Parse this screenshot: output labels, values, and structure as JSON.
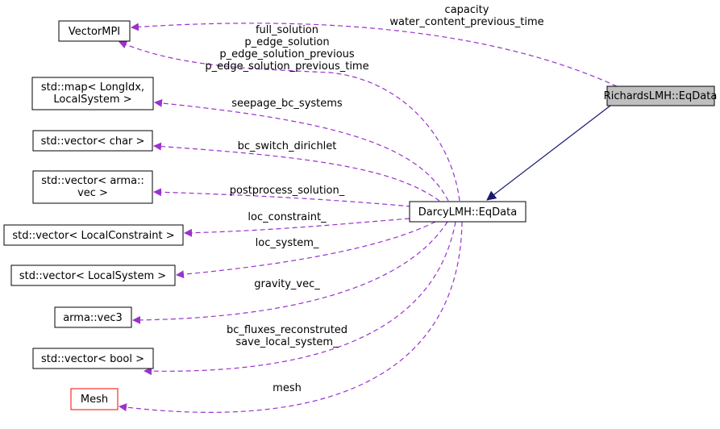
{
  "colors": {
    "node_border": "#000000",
    "node_border_incomplete": "#ff0000",
    "root_fill": "#bfbfbf",
    "node_fill": "#ffffff",
    "inherit_edge": "#191970",
    "member_edge": "#9a32cd"
  },
  "nodes": {
    "richards": "RichardsLMH::EqData",
    "darcy": "DarcyLMH::EqData",
    "vectormpi": "VectorMPI",
    "map": [
      "std::map< LongIdx,",
      "LocalSystem >"
    ],
    "vec_char": "std::vector< char >",
    "vec_arma": [
      "std::vector< arma::",
      "vec >"
    ],
    "vec_constraint": "std::vector< LocalConstraint >",
    "vec_system": "std::vector< LocalSystem >",
    "vec3": "arma::vec3",
    "vec_bool": "std::vector< bool >",
    "mesh": "Mesh"
  },
  "edges": {
    "richards_vectormpi": [
      "capacity",
      "water_content_previous_time"
    ],
    "darcy_vectormpi": [
      "full_solution",
      "p_edge_solution",
      "p_edge_solution_previous",
      "p_edge_solution_previous_time"
    ],
    "darcy_map": "seepage_bc_systems",
    "darcy_vec_char": "bc_switch_dirichlet",
    "darcy_vec_arma": "postprocess_solution_",
    "darcy_vec_constraint": "loc_constraint_",
    "darcy_vec_system": "loc_system_",
    "darcy_vec3": "gravity_vec_",
    "darcy_vec_bool": [
      "bc_fluxes_reconstruted",
      "save_local_system_"
    ],
    "darcy_mesh": "mesh"
  }
}
